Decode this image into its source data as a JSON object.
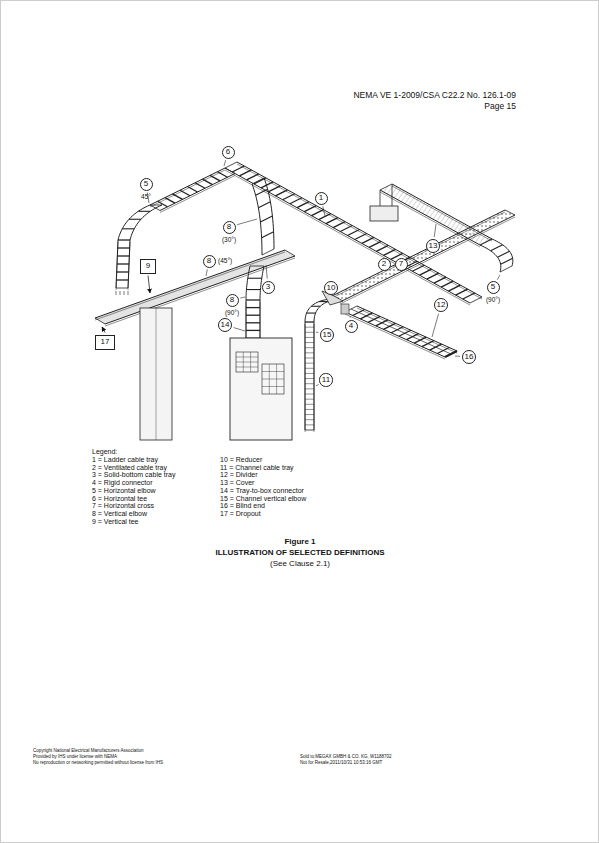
{
  "diagram": {
    "title": "ILLUSTRATION OF SELECTED DEFINITIONS",
    "caption": "(See Clause 2.1)",
    "nodes": [
      {
        "text": [
          "6"
        ]
      },
      {
        "text": [
          "5"
        ]
      },
      {
        "text": [
          "1"
        ]
      },
      {
        "text": [
          "8"
        ]
      },
      {
        "text": [
          "13"
        ]
      },
      {
        "text": [
          "8"
        ]
      },
      {
        "text": [
          "2"
        ]
      },
      {
        "text": [
          "7"
        ]
      },
      {
        "text": [
          "9"
        ]
      },
      {
        "text": [
          "3"
        ]
      },
      {
        "text": [
          "10"
        ]
      },
      {
        "text": [
          "5"
        ]
      },
      {
        "text": [
          "8"
        ]
      },
      {
        "text": [
          "12"
        ]
      },
      {
        "text": [
          "14"
        ]
      },
      {
        "text": [
          "4"
        ]
      },
      {
        "text": [
          "15"
        ]
      },
      {
        "text": [
          "17"
        ]
      },
      {
        "text": [
          "16"
        ]
      },
      {
        "text": [
          "11"
        ]
      }
    ],
    "labels": [
      "NEMA VE 1-2009/CSA C22.2 No. 126.1-09",
      "Page 15",
      "45°",
      "(30°)",
      "(45°)",
      "(90°)",
      "(90°)",
      "Legend:",
      "Figure 1",
      "Copyright National Electrical Manufacturers Association",
      "Provided by IHS under license with NEMA",
      "No reproduction or networking permitted without license from IHS",
      "Sold to:MEGAX GMBH & CO. KG, W1188702",
      "Not for Resale,2011/10/31 10:53:16 GMT"
    ],
    "legend": [
      {
        "text": "1 = Ladder cable tray"
      },
      {
        "text": "2 = Ventilated cable tray"
      },
      {
        "text": "3 = Solid-bottom cable tray"
      },
      {
        "text": "4 = Rigid connector"
      },
      {
        "text": "5 = Horizontal elbow"
      },
      {
        "text": "6 = Horizontal tee"
      },
      {
        "text": "7 = Horizontal cross"
      },
      {
        "text": "8 = Vertical elbow"
      },
      {
        "text": "9 = Vertical tee"
      },
      {
        "text": "10 = Reducer"
      },
      {
        "text": "11 = Channel cable tray"
      },
      {
        "text": "12 = Divider"
      },
      {
        "text": "13 = Cover"
      },
      {
        "text": "14 = Tray-to-box connector"
      },
      {
        "text": "15 = Channel vertical elbow"
      },
      {
        "text": "16 = Blind end"
      },
      {
        "text": "17 = Dropout"
      }
    ]
  }
}
